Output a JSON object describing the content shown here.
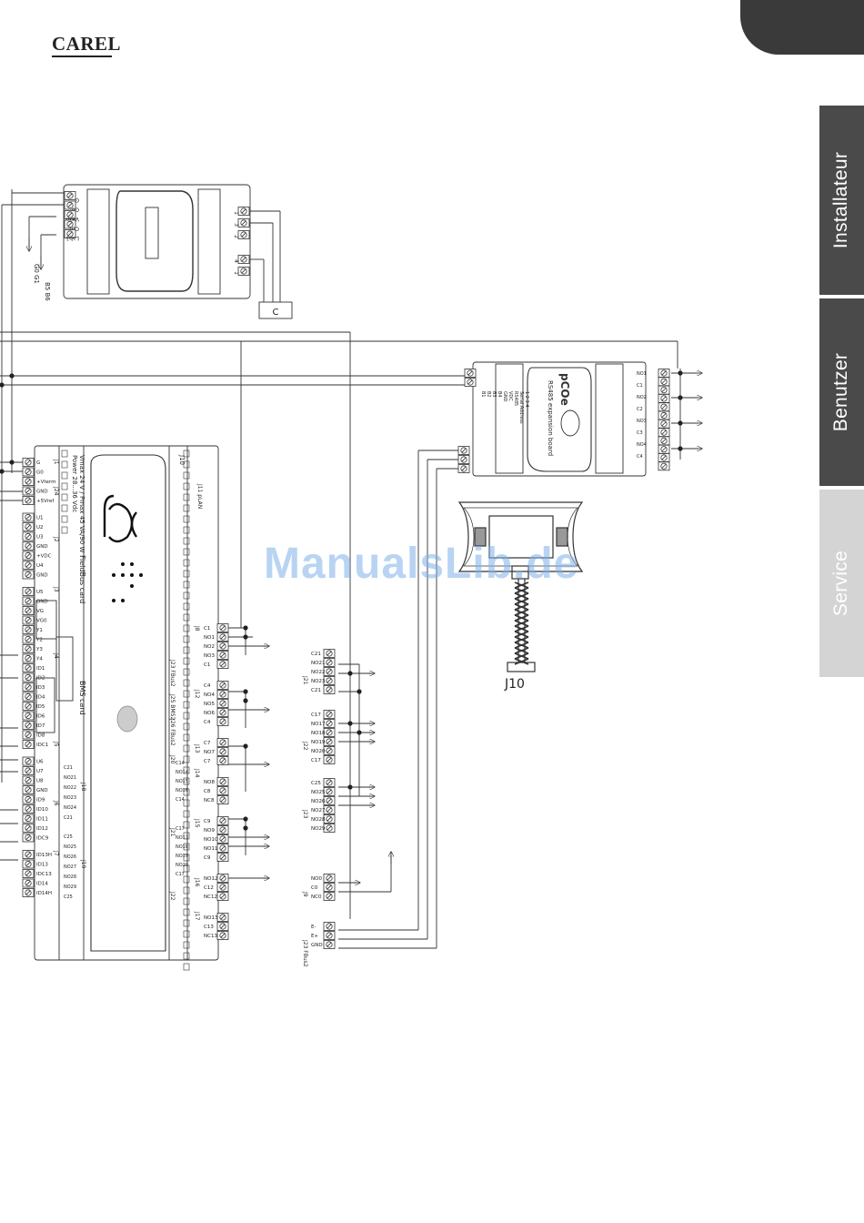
{
  "header": {
    "logo_text": "CAREL"
  },
  "side_tabs": [
    {
      "label": "Installateur",
      "active": true
    },
    {
      "label": "Benutzer",
      "active": true
    },
    {
      "label": "Service",
      "active": false
    }
  ],
  "diagram": {
    "watermark": "ManualsLib.de",
    "controller": {
      "brand_mark": "pCO",
      "top_connector_labels": [
        "J10",
        "J11 pLAN"
      ],
      "rating_label": "Vmax 24 V / Pmax 45 VA/90 W",
      "power_label": "Power 28...36 Vdc",
      "fieldbus_label": "FieldBus card",
      "bms_label": "BMS card",
      "left_terminals": [
        "G",
        "G0",
        "+Vterm",
        "GND",
        "+5Vref",
        "U1",
        "U2",
        "U3",
        "GND",
        "+VDC",
        "U4",
        "GND",
        "U5",
        "GND",
        "VG",
        "VG0",
        "Y1",
        "Y2",
        "Y3",
        "Y4",
        "ID1",
        "ID2",
        "ID3",
        "ID4",
        "ID5",
        "ID6",
        "ID7",
        "ID8",
        "IDC1",
        "U6",
        "U7",
        "U8",
        "GND",
        "ID9",
        "ID10",
        "ID11",
        "ID12",
        "IDC9",
        "ID13H",
        "ID13",
        "IDC13",
        "ID14",
        "ID14H"
      ],
      "relay_terminals": [
        "C1",
        "NO1",
        "NO2",
        "NO3",
        "C1",
        "C4",
        "NO4",
        "NO5",
        "NO6",
        "C4",
        "C7",
        "NO7",
        "C7",
        "NO8",
        "C8",
        "NC8",
        "C9",
        "NO9",
        "NO10",
        "NO11",
        "C9",
        "NO12",
        "C12",
        "NC12",
        "NO13",
        "C13",
        "NC13"
      ],
      "mid_terminals": [
        "C21",
        "NO21",
        "NO22",
        "NO23",
        "NO24",
        "C21",
        "C25",
        "NO25",
        "NO26",
        "NO27",
        "NO28",
        "NO29",
        "C25",
        "C14",
        "NO14",
        "NO15",
        "NO16",
        "C14",
        "C17",
        "NO17",
        "NO18",
        "NO19",
        "NO20",
        "C17"
      ],
      "connector_ids": [
        "J1",
        "J24",
        "J2",
        "J3",
        "J4",
        "J5",
        "J6",
        "J7",
        "J8",
        "J12",
        "J13",
        "J14",
        "J15",
        "J16",
        "J17",
        "J18",
        "J19",
        "J20",
        "J21",
        "J22",
        "J23 FBus2",
        "J25 BMS2",
        "J26 FBus2"
      ]
    },
    "driver": {
      "left_terminals": [
        "G",
        "G0",
        "VBAT",
        "Ctrl",
        "Lab1"
      ],
      "ground_labels": [
        "G0",
        "G1",
        "B5",
        "B6"
      ],
      "right_terminals": [
        "1",
        "3",
        "2",
        "4"
      ],
      "motor_box_label": "C"
    },
    "expansion_board": {
      "logo": "pCOe",
      "title": "RS485 expansion board",
      "left_labels": [
        "B1",
        "B2",
        "B3",
        "B4",
        "GND",
        "VDC",
        "RS485",
        "Serial Address",
        "1 2 3 4"
      ],
      "right_terminals": [
        "NO1",
        "C1",
        "NO2",
        "C2",
        "NO3",
        "C3",
        "NO4",
        "C4"
      ]
    },
    "terminal": {
      "connector_label": "J10"
    },
    "right_relay_blocks": [
      {
        "id": "J21",
        "terminals": [
          "C21",
          "NO21",
          "NO22",
          "NO23",
          "C21"
        ]
      },
      {
        "id": "J22",
        "terminals": [
          "C17",
          "NO17",
          "NO18",
          "NO19",
          "NO20",
          "C17"
        ]
      },
      {
        "id": "J23",
        "terminals": [
          "C25",
          "NO25",
          "NO26",
          "NO27",
          "NO28",
          "NO29"
        ]
      },
      {
        "id": "J9",
        "terminals": [
          "NO0",
          "C0",
          "NC0"
        ]
      },
      {
        "id": "J23 FBus2",
        "terminals": [
          "E-",
          "E+",
          "GND"
        ]
      }
    ]
  },
  "colors": {
    "line": "#333333",
    "tab_dark": "#4a4a4a",
    "tab_light": "#d4d4d4",
    "watermark": "#7fb2e8"
  }
}
